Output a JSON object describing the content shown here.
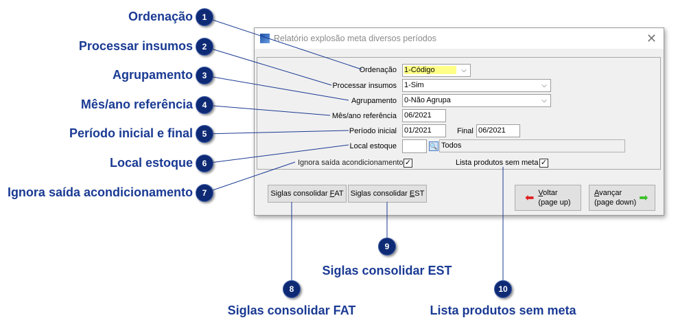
{
  "callouts": [
    {
      "n": "1",
      "label": "Ordenação"
    },
    {
      "n": "2",
      "label": "Processar insumos"
    },
    {
      "n": "3",
      "label": "Agrupamento"
    },
    {
      "n": "4",
      "label": "Mês/ano referência"
    },
    {
      "n": "5",
      "label": "Período inicial e final"
    },
    {
      "n": "6",
      "label": "Local estoque"
    },
    {
      "n": "7",
      "label": "Ignora saída acondicionamento"
    },
    {
      "n": "8",
      "label": "Siglas consolidar FAT"
    },
    {
      "n": "9",
      "label": "Siglas consolidar EST"
    },
    {
      "n": "10",
      "label": "Lista produtos sem meta"
    }
  ],
  "dialog": {
    "title": "Relatório explosão meta diversos períodos",
    "ordenacao": {
      "label": "Ordenação",
      "value": "1-Código"
    },
    "processar": {
      "label": "Processar insumos",
      "value": "1-Sim"
    },
    "agrupamento": {
      "label": "Agrupamento",
      "value": "0-Não Agrupa"
    },
    "mesano": {
      "label": "Mês/ano referência",
      "value": "06/2021"
    },
    "periodo": {
      "label": "Período inicial",
      "value": "01/2021",
      "final_label": "Final",
      "final_value": "06/2021"
    },
    "local": {
      "label": "Local estoque",
      "value": "",
      "desc": "Todos"
    },
    "ignora": {
      "label": "Ignora saída acondicionamento",
      "checked": true
    },
    "lista": {
      "label": "Lista produtos sem meta",
      "checked": true
    },
    "buttons": {
      "fat_pre": "Siglas consolidar ",
      "fat_key": "F",
      "fat_post": "AT",
      "est_pre": "Siglas consolidar ",
      "est_key": "E",
      "est_post": "ST",
      "voltar_key": "V",
      "voltar_rest": "oltar",
      "voltar_sub": "(page up)",
      "avancar_key": "A",
      "avancar_rest": "vançar",
      "avancar_sub": "(page down)"
    },
    "colors": {
      "highlight": "#ffff88",
      "callout": "#1a3a93"
    }
  }
}
